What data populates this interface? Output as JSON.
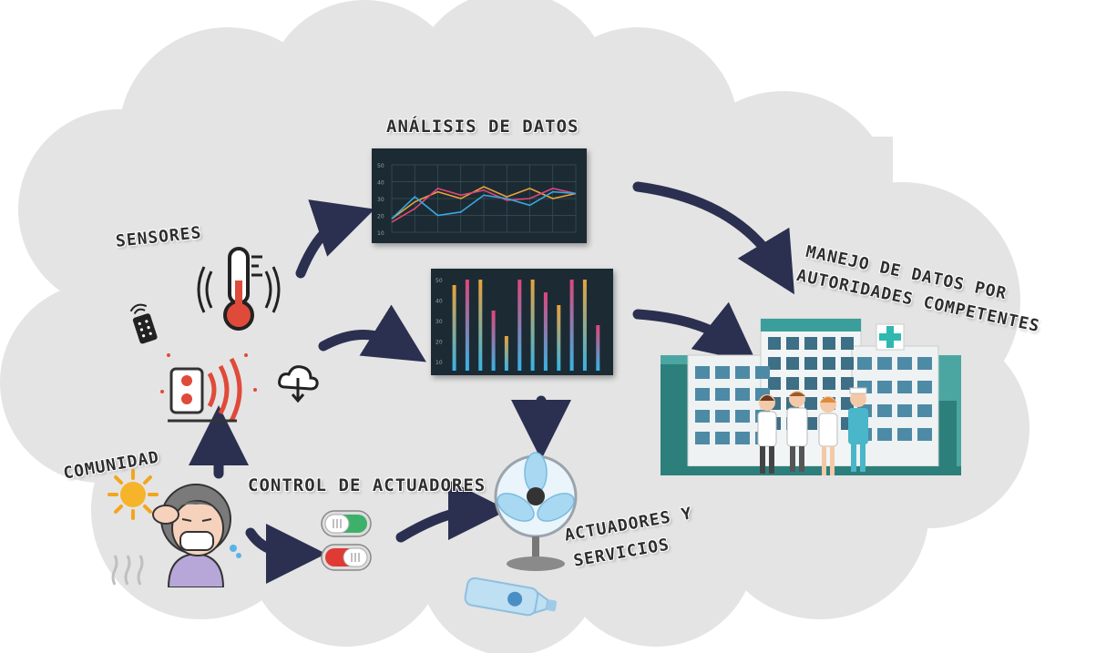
{
  "labels": {
    "analisis": "ANÁLISIS DE DATOS",
    "sensores": "SENSORES",
    "comunidad": "COMUNIDAD",
    "control": "CONTROL DE ACTUADORES",
    "actuadores_line1": "ACTUADORES Y",
    "actuadores_line2": "SERVICIOS",
    "manejo_line1": "MANEJO DE DATOS POR",
    "manejo_line2": "AUTORIDADES COMPETENTES"
  },
  "line_panel": {
    "yticks": [
      "50",
      "40",
      "30",
      "20",
      "10"
    ],
    "series": [
      {
        "color": "#e8a23a",
        "values": [
          18,
          28,
          34,
          30,
          37,
          31,
          36,
          30,
          33
        ]
      },
      {
        "color": "#e0457b",
        "values": [
          16,
          24,
          36,
          32,
          35,
          29,
          30,
          36,
          33
        ]
      },
      {
        "color": "#3aa7e0",
        "values": [
          18,
          31,
          20,
          22,
          32,
          30,
          26,
          34,
          33
        ]
      }
    ]
  },
  "bar_panel": {
    "yticks": [
      "50",
      "40",
      "30",
      "20",
      "10"
    ],
    "bars": [
      {
        "color": "#e8a23a",
        "value": 47
      },
      {
        "color": "#e0457b",
        "value": 50
      },
      {
        "color": "#e8a23a",
        "value": 50
      },
      {
        "color": "#e0457b",
        "value": 33
      },
      {
        "color": "#e8a23a",
        "value": 19
      },
      {
        "color": "#e0457b",
        "value": 50
      },
      {
        "color": "#e8a23a",
        "value": 50
      },
      {
        "color": "#e0457b",
        "value": 43
      },
      {
        "color": "#e8a23a",
        "value": 36
      },
      {
        "color": "#e0457b",
        "value": 50
      },
      {
        "color": "#e8a23a",
        "value": 50
      },
      {
        "color": "#e0457b",
        "value": 25
      }
    ]
  },
  "colors": {
    "cloud": "#e4e4e4",
    "arrow": "#2b3050",
    "panel_bg": "#1c2b33",
    "teal": "#3a9e9a"
  }
}
